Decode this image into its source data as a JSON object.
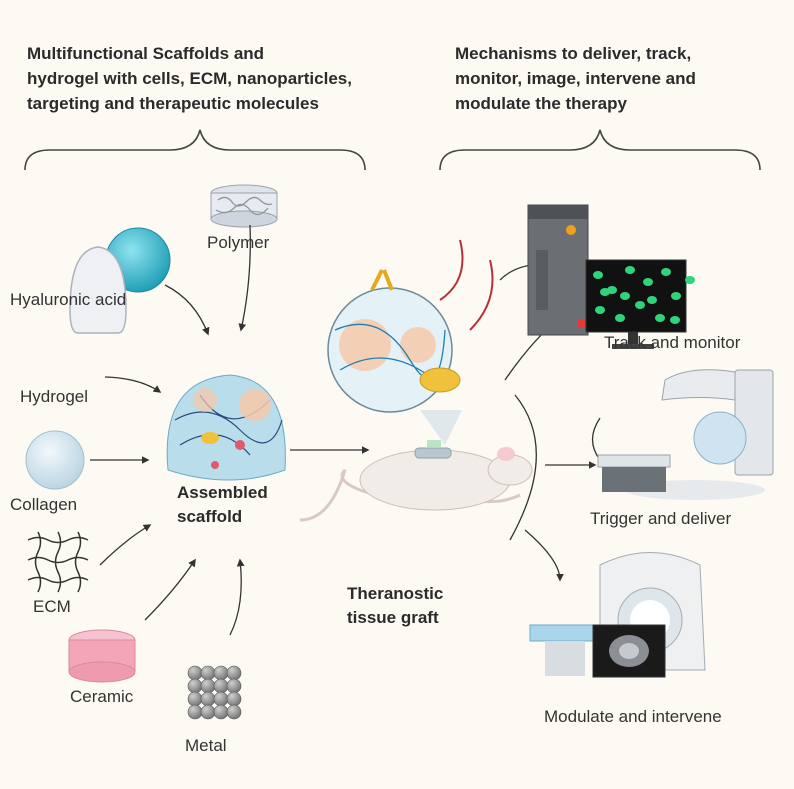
{
  "header": {
    "left_title": "Multifunctional Scaffolds and\nhydrogel with cells, ECM, nanoparticles,\ntargeting and therapeutic molecules",
    "right_title": "Mechanisms to deliver, track,\nmonitor, image, intervene and\nmodulate the therapy"
  },
  "materials": {
    "polymer": "Polymer",
    "hyaluronic_acid": "Hyaluronic acid",
    "hydrogel": "Hydrogel",
    "collagen": "Collagen",
    "ecm": "ECM",
    "ceramic": "Ceramic",
    "metal": "Metal"
  },
  "center": {
    "scaffold_label": "Assembled\nscaffold",
    "graft_label": "Theranostic\ntissue graft"
  },
  "mechanisms": {
    "track": "Track and monitor",
    "trigger": "Trigger and deliver",
    "modulate": "Modulate and intervene"
  },
  "colors": {
    "background": "#fdfaf3",
    "hyaluronic": "#2bb3c9",
    "ceramic": "#f2a6b8",
    "scaffold": "#a9d6ea",
    "screen_cells": "#2fd47a"
  }
}
